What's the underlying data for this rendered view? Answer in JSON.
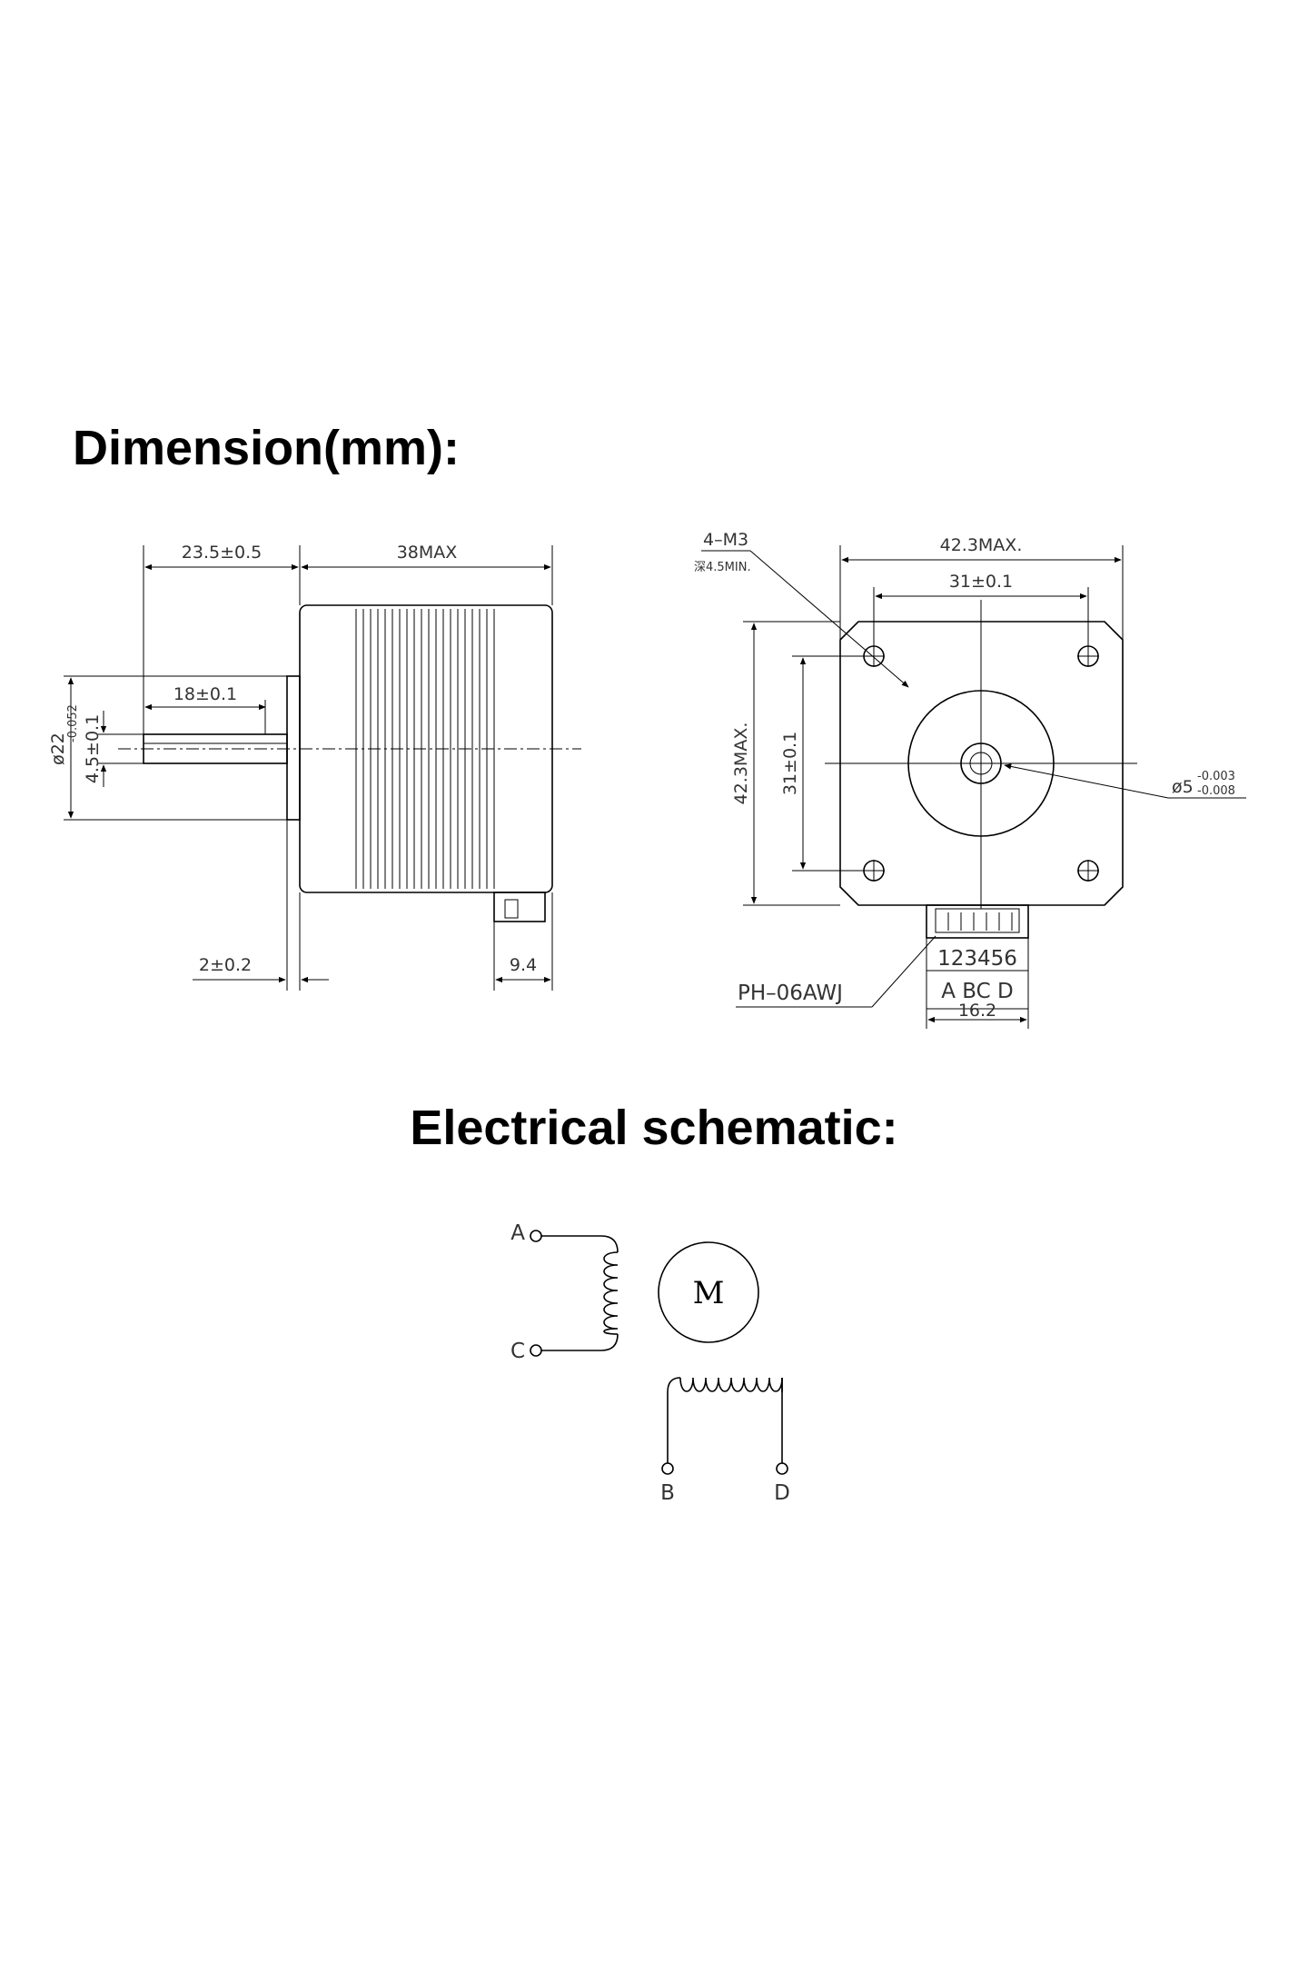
{
  "headings": {
    "dimension": "Dimension(mm):",
    "electrical": "Electrical schematic:"
  },
  "side_view": {
    "shaft_length": "23.5±0.5",
    "body_length": "38MAX",
    "flat_length": "18±0.1",
    "flange_diameter_main": "ø22",
    "flange_diameter_tol": "-0.052",
    "flat_height": "4.5±0.1",
    "flange_thickness": "2±0.2",
    "connector_offset": "9.4"
  },
  "front_view": {
    "hole_spec": "4–M3",
    "hole_depth": "深4.5MIN.",
    "width_max": "42.3MAX.",
    "hole_spacing_h": "31±0.1",
    "height_max": "42.3MAX.",
    "hole_spacing_v": "31±0.1",
    "shaft_dia_main": "ø5",
    "shaft_dia_tol_upper": "-0.003",
    "shaft_dia_tol_lower": "-0.008",
    "pin_numbers": "123456",
    "pin_phases": "A  BC  D",
    "connector_width": "16.2",
    "connector_part": "PH–06AWJ"
  },
  "schematic": {
    "motor_label": "M",
    "terminal_a": "A",
    "terminal_c": "C",
    "terminal_b": "B",
    "terminal_d": "D"
  }
}
